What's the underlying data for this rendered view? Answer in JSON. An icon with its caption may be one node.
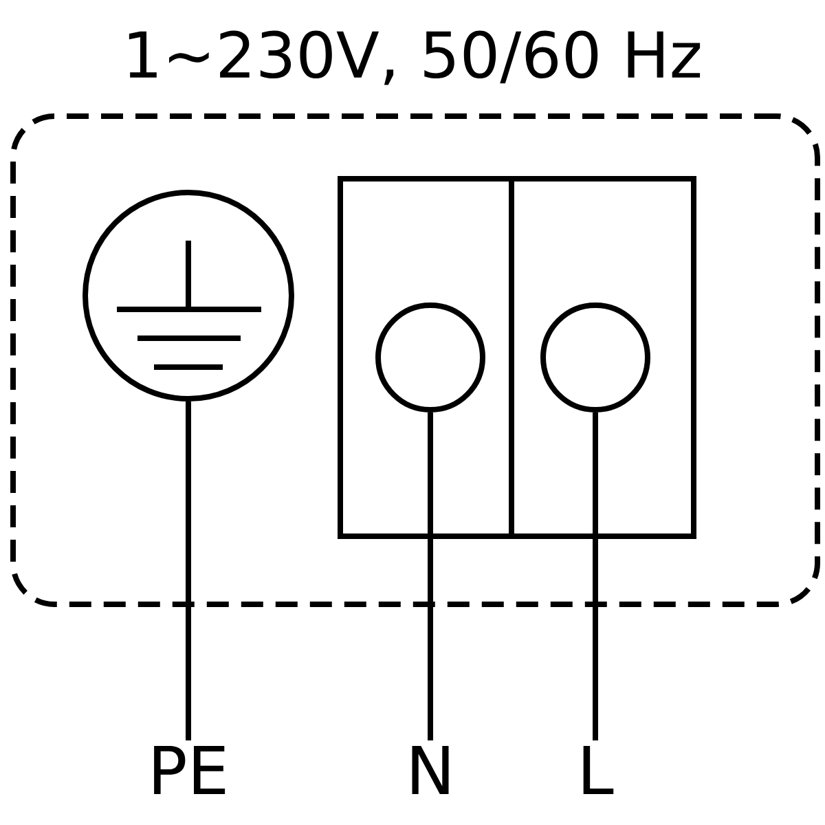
{
  "diagram": {
    "title": "1~230V, 50/60 Hz",
    "nodes": [
      {
        "text": [],
        "shape": "box"
      },
      {
        "text": [],
        "shape": "circle",
        "in": 0
      },
      {
        "text": [],
        "shape": "box",
        "in": 0
      },
      {
        "text": [],
        "shape": "circle",
        "in": 2
      },
      {
        "text": [],
        "shape": "circle",
        "in": 2
      },
      {
        "text": [
          "PE"
        ]
      },
      {
        "text": [
          "N"
        ]
      },
      {
        "text": [
          "L"
        ]
      }
    ],
    "edges": [
      {
        "from": 5,
        "to": 1,
        "arrow": "none"
      },
      {
        "from": 6,
        "to": 3,
        "arrow": "none"
      },
      {
        "from": 7,
        "to": 4,
        "arrow": "none"
      }
    ]
  }
}
